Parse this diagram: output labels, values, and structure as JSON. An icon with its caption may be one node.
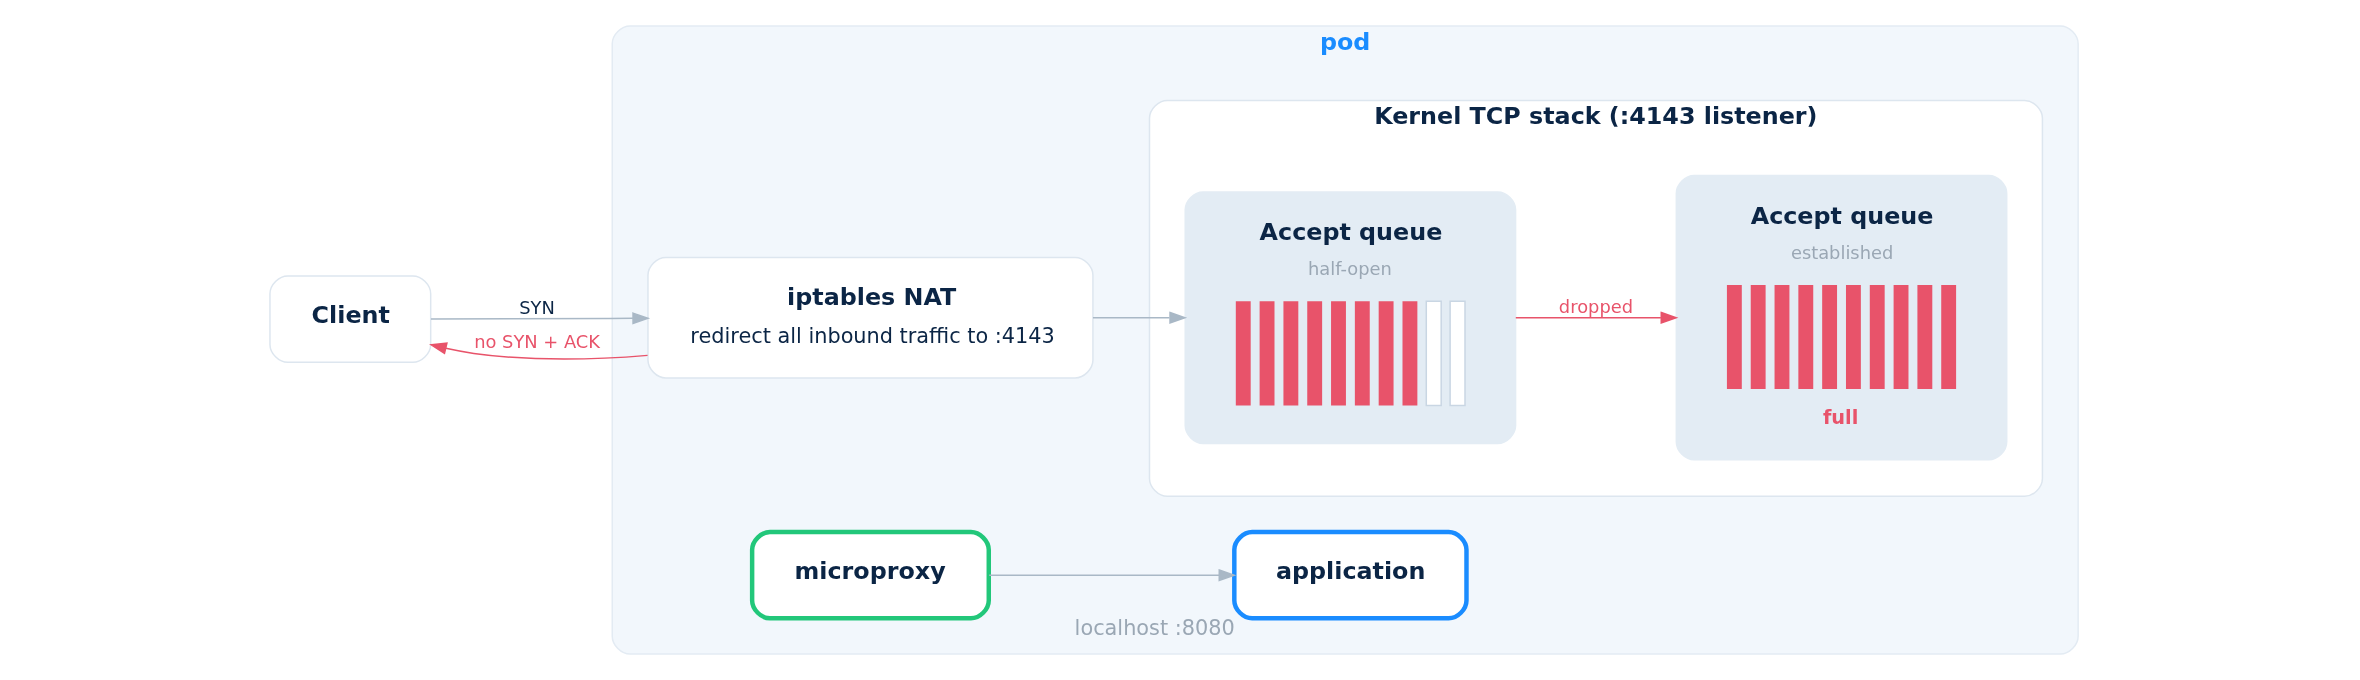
{
  "diagram": {
    "nodes": [
      {
        "text": [
          "Client"
        ]
      },
      {
        "text": [
          "pod"
        ]
      },
      {
        "text": [
          "iptables NAT",
          "redirect all inbound traffic to :4143"
        ],
        "in": 1
      },
      {
        "text": [
          "Kernel TCP stack (:4143 listener)"
        ],
        "in": 1
      },
      {
        "text": [
          "Accept queue",
          "half-open"
        ],
        "in": 3
      },
      {
        "text": [
          "Accept queue",
          "established",
          "full"
        ],
        "in": 3
      },
      {
        "text": [
          "microproxy"
        ],
        "in": 1
      },
      {
        "text": [
          "application"
        ],
        "in": 1,
        "beside": [
          "localhost :8080"
        ]
      }
    ],
    "edges": [
      {
        "from": 0,
        "to": 2,
        "arrow": "to",
        "label": "SYN"
      },
      {
        "from": 2,
        "to": 0,
        "arrow": "to",
        "label": "no SYN + ACK",
        "color": "#e8536a"
      },
      {
        "from": 2,
        "to": 4,
        "arrow": "to"
      },
      {
        "from": 4,
        "to": 5,
        "arrow": "to",
        "label": "dropped",
        "color": "#e8536a"
      },
      {
        "from": 6,
        "to": 7,
        "arrow": "to"
      }
    ]
  }
}
